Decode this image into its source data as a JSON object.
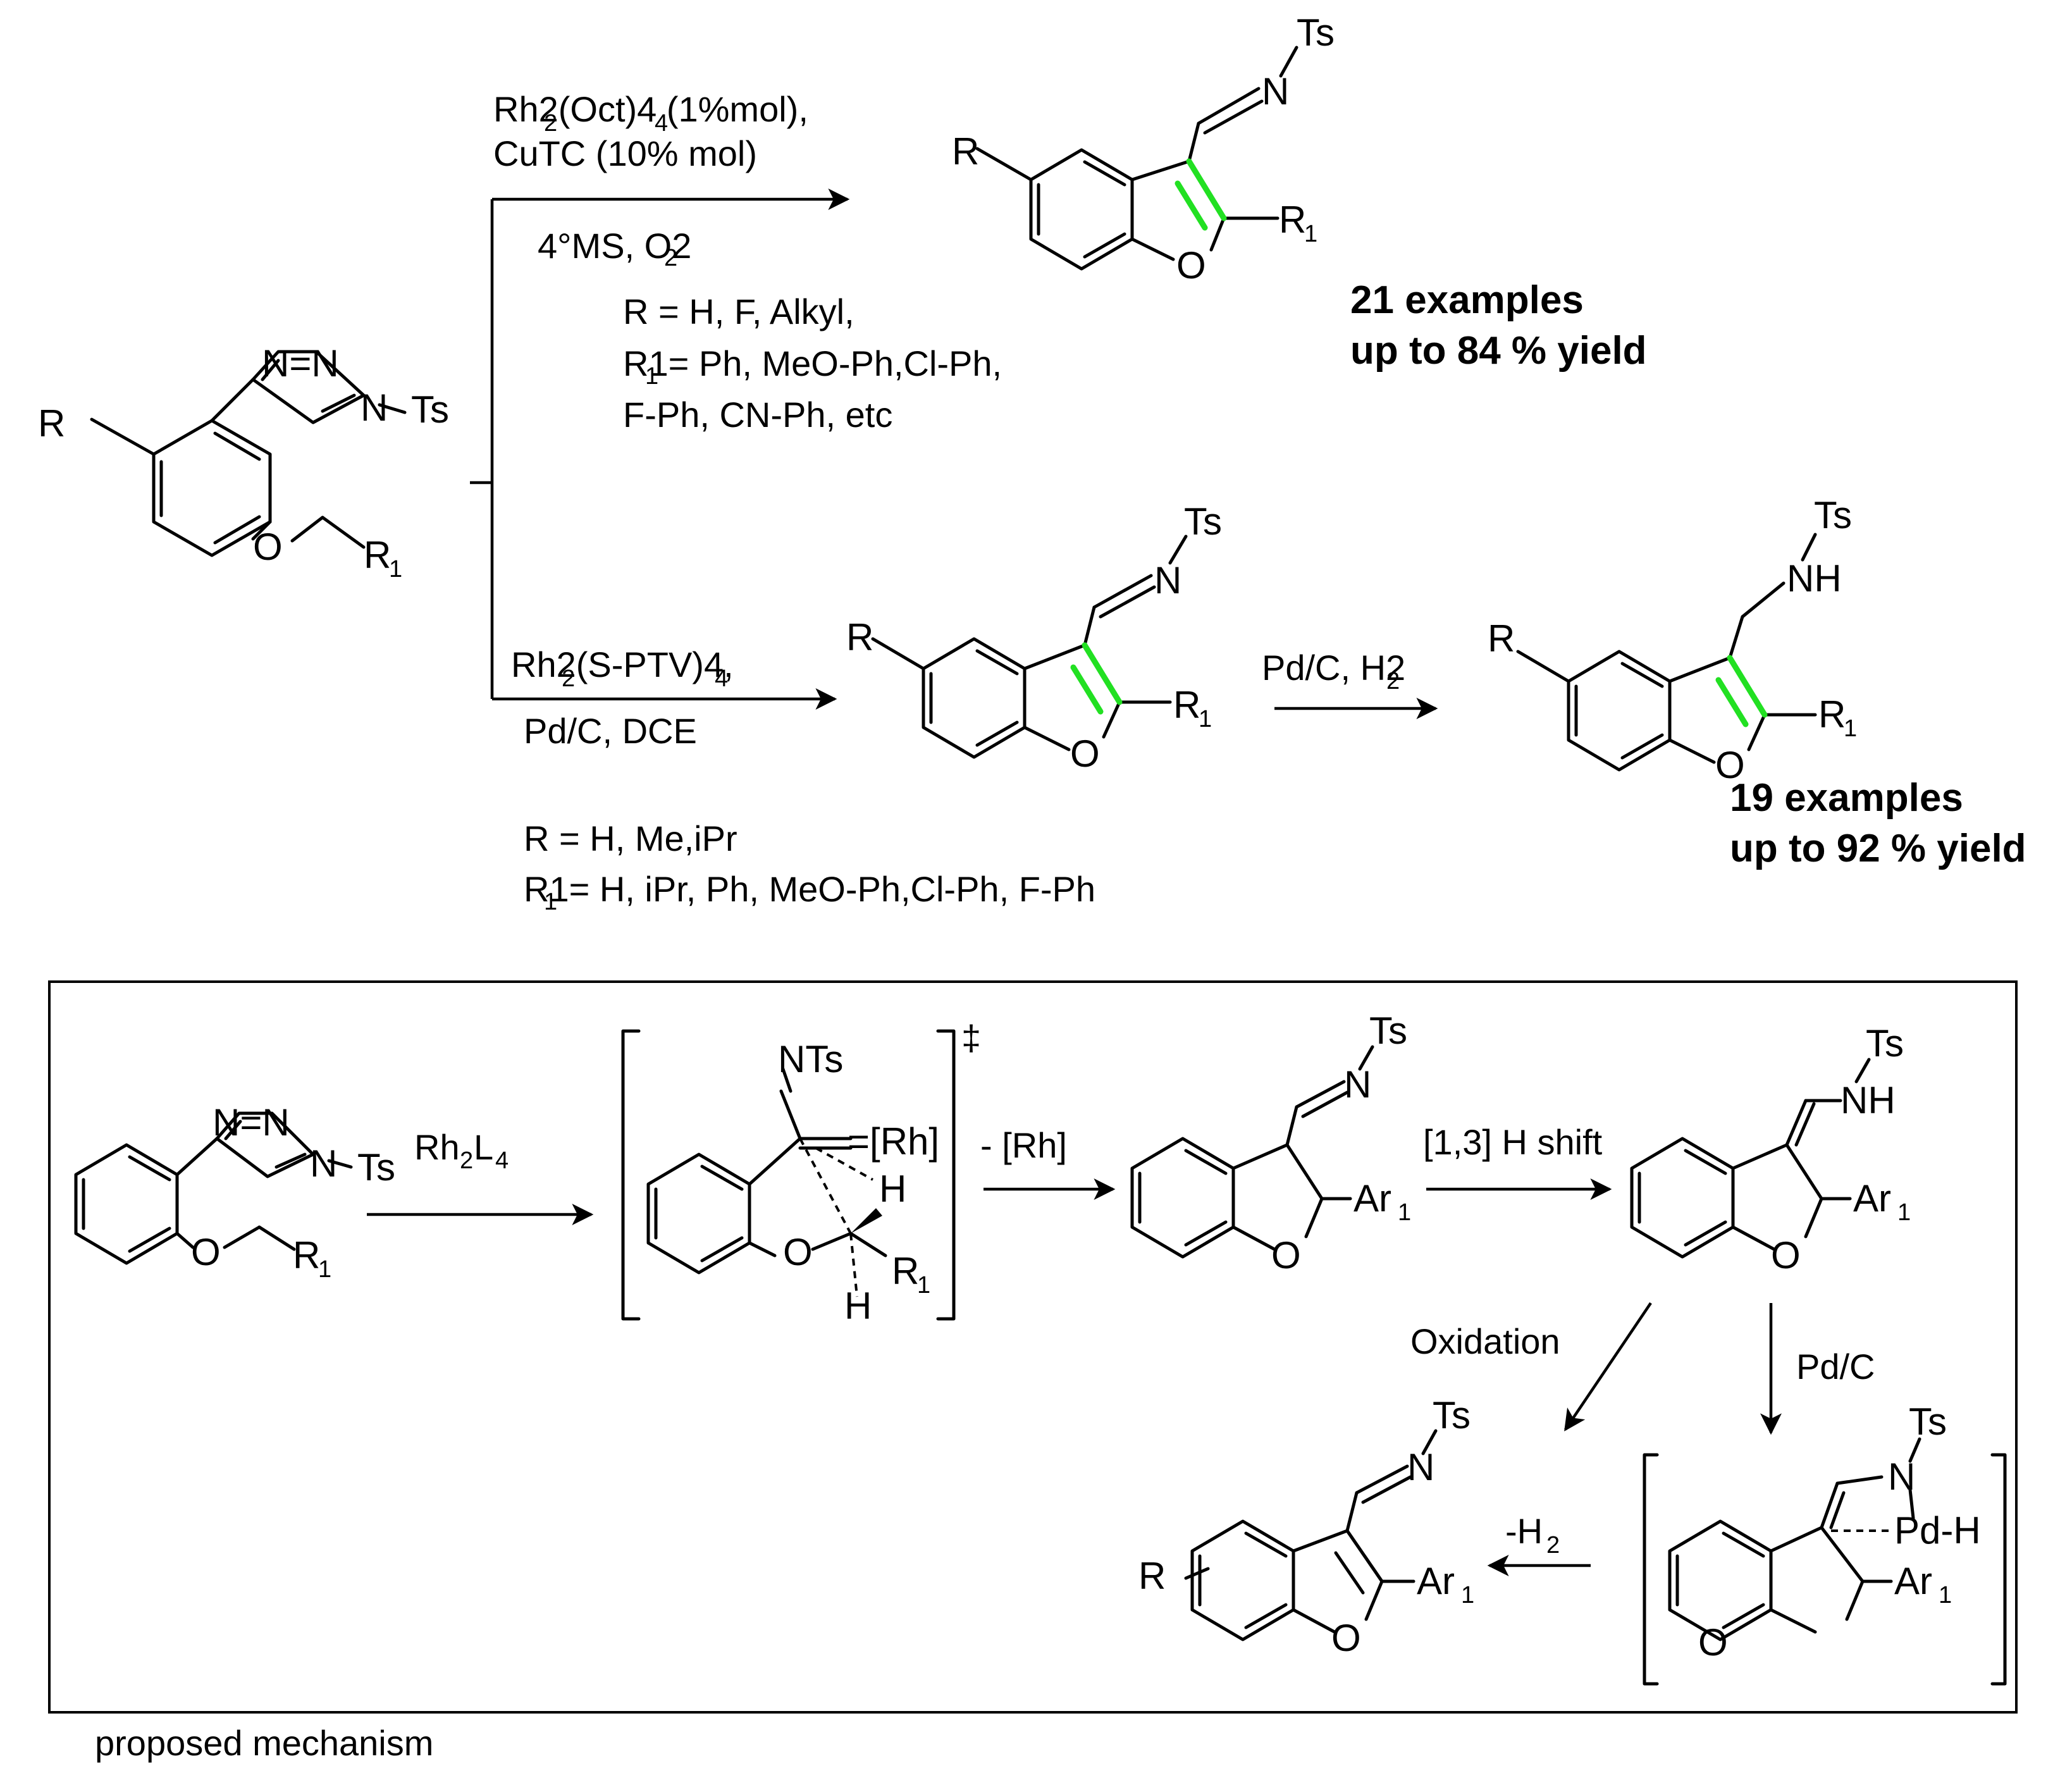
{
  "top": {
    "reagent1": "Rh2(Oct)4 (1%mol),",
    "reagent2": "CuTC (10% mol)",
    "condition": "4°MS, O2",
    "scope_r": "R = H, F, Alkyl,",
    "scope_r1a": "R1= Ph, MeO-Ph,Cl-Ph,",
    "scope_r1b": "F-Ph, CN-Ph, etc",
    "examples": "21 examples",
    "yield": "up to 84 % yield"
  },
  "bottom": {
    "reagent1": "Rh2(S-PTV)4,",
    "reagent2": "Pd/C, DCE",
    "step2": "Pd/C, H2",
    "scope_r": "R = H, Me,iPr",
    "scope_r1": "R1= H, iPr, Ph, MeO-Ph,Cl-Ph, F-Ph",
    "examples": "19 examples",
    "yield": "up to 92 % yield"
  },
  "mechanism": {
    "caption": "proposed mechanism",
    "step1": "Rh2L4",
    "step2": "- [Rh]",
    "step3": "[1,3] H shift",
    "oxidation": "Oxidation",
    "pdc": "Pd/C",
    "minus_h2": "-H2",
    "ts_mark": "‡"
  },
  "atoms": {
    "R": "R",
    "R1": "R",
    "sub1": "1",
    "O": "O",
    "N": "N",
    "Ts": "Ts",
    "NTs": "NTs",
    "NH": "NH",
    "H": "H",
    "Ar": "Ar",
    "Rh": "=[Rh]",
    "PdH": "Pd-H",
    "N_eq_N": "N=N"
  },
  "colors": {
    "highlight": "#22e022",
    "ink": "#000000"
  }
}
